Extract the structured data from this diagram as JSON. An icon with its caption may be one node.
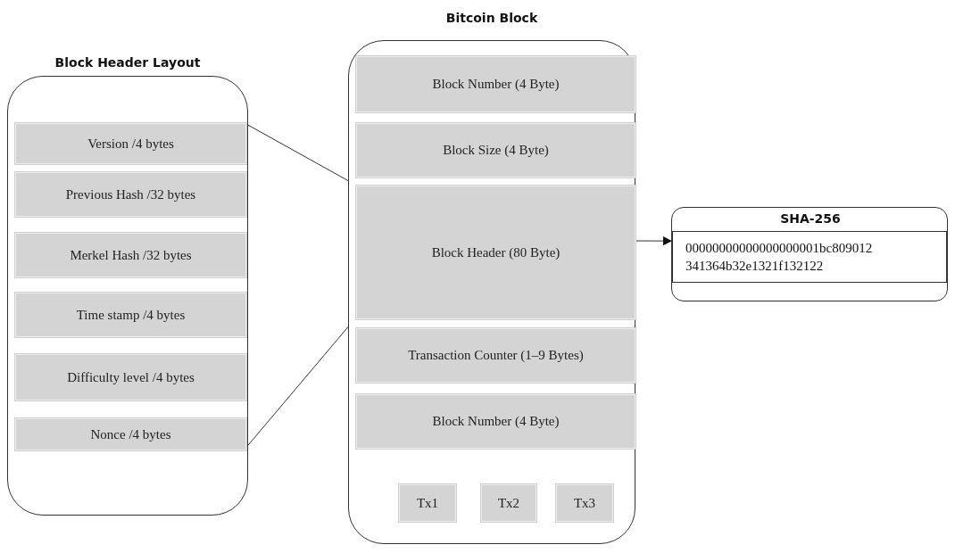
{
  "diagram": {
    "nodes": [
      {
        "text": [
          "Block Header Layout"
        ]
      },
      {
        "text": [
          "Version /4 bytes"
        ],
        "in": 0
      },
      {
        "text": [
          "Previous Hash /32 bytes"
        ],
        "in": 0
      },
      {
        "text": [
          "Merkel Hash /32 bytes"
        ],
        "in": 0
      },
      {
        "text": [
          "Time stamp /4 bytes"
        ],
        "in": 0
      },
      {
        "text": [
          "Difficulty level /4 bytes"
        ],
        "in": 0
      },
      {
        "text": [
          "Nonce /4 bytes"
        ],
        "in": 0
      },
      {
        "text": [
          "Bitcoin Block"
        ]
      },
      {
        "text": [
          "Block Number (4 Byte)"
        ],
        "in": 7
      },
      {
        "text": [
          "Block Size (4 Byte)"
        ],
        "in": 7
      },
      {
        "text": [
          "Block Header (80 Byte)"
        ],
        "in": 7
      },
      {
        "text": [
          "Transaction Counter (1–9 Bytes)"
        ],
        "in": 7
      },
      {
        "text": [
          "Block Number (4 Byte)"
        ],
        "in": 7
      },
      {
        "text": [
          "Tx1"
        ],
        "in": 7
      },
      {
        "text": [
          "Tx2"
        ],
        "in": 7
      },
      {
        "text": [
          "Tx3"
        ],
        "in": 7
      },
      {
        "text": [
          "SHA-256"
        ]
      },
      {
        "text": [
          "00000000000000000001bc809012 341364b32e1321f132122"
        ],
        "in": 16
      }
    ],
    "edges": [
      {
        "from": 10,
        "to": 0,
        "arrow": "none"
      },
      {
        "from": 10,
        "to": 0,
        "arrow": "none"
      },
      {
        "from": 10,
        "to": 16,
        "arrow": "to"
      }
    ]
  }
}
